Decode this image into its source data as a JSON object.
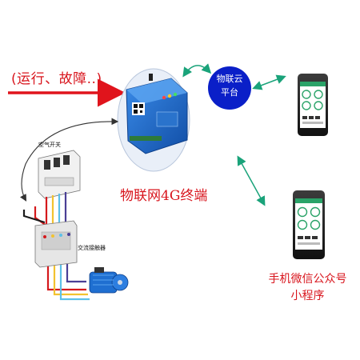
{
  "labels": {
    "status_signal": "(运行、故障..)",
    "terminal": "物联网4G终端",
    "cloud_line1": "物联云",
    "cloud_line2": "平台",
    "phone_line1": "手机微信公众号",
    "phone_line2": "小程序",
    "air_switch": "空气开关",
    "contactor": "交流接触器"
  },
  "colors": {
    "label_red": "#d8141c",
    "cloud_blue": "#0a1fc8",
    "arrow_green": "#1aa37a",
    "signal_red": "#e0141c",
    "device_blue": "#1f6fd1",
    "terminal_halo": "#e9eff8"
  },
  "icons": [
    "4g-terminal-icon",
    "air-switch-icon",
    "contactor-icon",
    "motor-icon",
    "smartphone-icon"
  ]
}
